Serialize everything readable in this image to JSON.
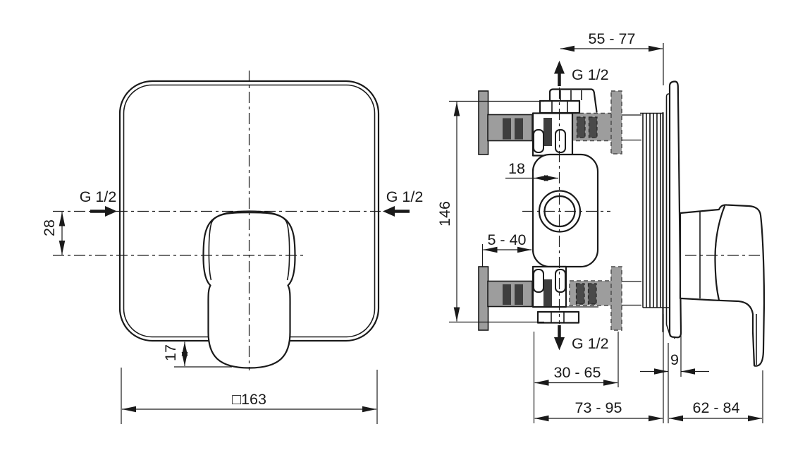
{
  "front_view": {
    "inlet_left_label": "G 1/2",
    "inlet_right_label": "G 1/2",
    "dim_inlet_offset": "28",
    "dim_handle_overhang": "17",
    "dim_plate": "□163"
  },
  "side_view": {
    "outlet_top_label": "G 1/2",
    "outlet_bottom_label": "G 1/2",
    "dim_top_depth": "55 - 77",
    "dim_center_offset": "18",
    "dim_height": "146",
    "dim_bracket_adjust": "5 - 40",
    "dim_rough_in_depth": "30 - 65",
    "dim_trim_thickness": "9",
    "dim_wall_depth": "73 - 95",
    "dim_handle_protrusion": "62 - 84"
  },
  "colors": {
    "line": "#1a1a1a",
    "bracket_gray": "#9d9d9d",
    "slot_dark": "#3e3e3e",
    "background": "#ffffff"
  }
}
